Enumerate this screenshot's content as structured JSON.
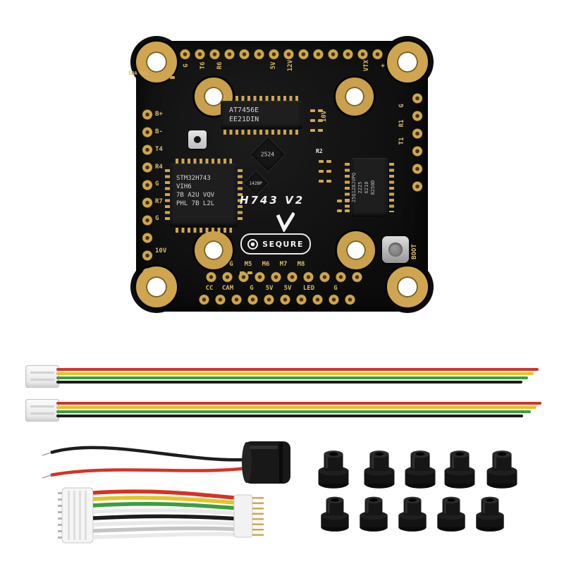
{
  "board": {
    "model": "H743 V2",
    "brand": "SEQURE",
    "boot_label": "BOOT",
    "silk": {
      "corner": "SDA SCL",
      "label_r2": "R2",
      "label_10v": "10V"
    },
    "pads": {
      "top": [
        "G",
        "T6",
        "R6",
        "5V",
        "12V",
        "VTX",
        "+"
      ],
      "left": [
        "B+",
        "B-",
        "T4",
        "R4",
        "G",
        "R7",
        "G",
        "10V"
      ],
      "right": [
        "G",
        "R1",
        "T1"
      ],
      "motors": [
        "G",
        "M5",
        "M6",
        "M7",
        "M8"
      ],
      "bottom": [
        "CC",
        "CAM",
        "G",
        "5V",
        "5V",
        "LED",
        "G"
      ]
    },
    "chips": {
      "osd": [
        "AT7456E",
        "EE21DIN"
      ],
      "mcu": [
        "STM32H743",
        "VIH6",
        "7B A2U VQV",
        "PHL 7B L2L"
      ],
      "flash": [
        "25Q128JVPQ",
        "2225",
        "6210",
        "8250D"
      ],
      "small_a": "2524",
      "small_b": "142BP"
    }
  },
  "colors": {
    "gold": "#cfa64f",
    "pcb_black": "#121212",
    "red": "#d63226",
    "yellow": "#e3c427",
    "green": "#3c9e3f",
    "black": "#1d1d1d",
    "white": "#e9e9e9",
    "gray": "#c4c4c4"
  },
  "accessories": {
    "jst_cable_count": 2,
    "jst_wires": [
      "red",
      "yellow",
      "green",
      "black"
    ],
    "buzzer_wires": [
      "black",
      "red"
    ],
    "harness_wires": [
      "red",
      "yellow",
      "green",
      "white",
      "black",
      "white",
      "gray",
      "white"
    ],
    "grommet_count": 10
  }
}
